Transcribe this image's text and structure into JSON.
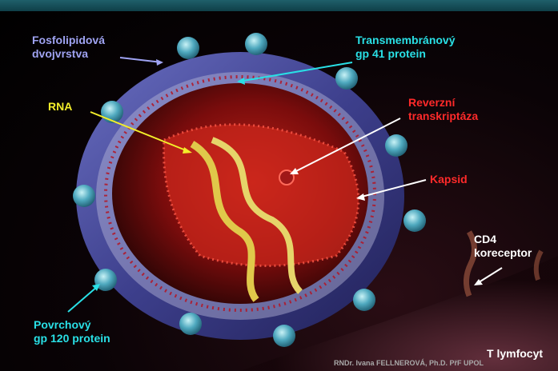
{
  "labels": {
    "lipid_bilayer_1": "Fosfolipidová",
    "lipid_bilayer_2": "dvojvrstva",
    "gp41_1": "Transmembránový",
    "gp41_2": "gp 41 protein",
    "rna": "RNA",
    "rt_1": "Reverzní",
    "rt_2": "transkriptáza",
    "capsid": "Kapsid",
    "cd4_1": "CD4",
    "cd4_2": "koreceptor",
    "gp120_1": "Povrchový",
    "gp120_2": "gp 120 protein",
    "tcell": "T lymfocyt"
  },
  "credit": "RNDr. Ivana FELLNEROVÁ, Ph.D. PřF UPOL",
  "colors": {
    "top_bar": "#1f5f6a",
    "lipid_label": "#9fa3f2",
    "protein_label": "#29e0e6",
    "rna_label": "#f3ee2a",
    "enzyme_label": "#ff2a2a",
    "plain_label": "#ffffff"
  }
}
